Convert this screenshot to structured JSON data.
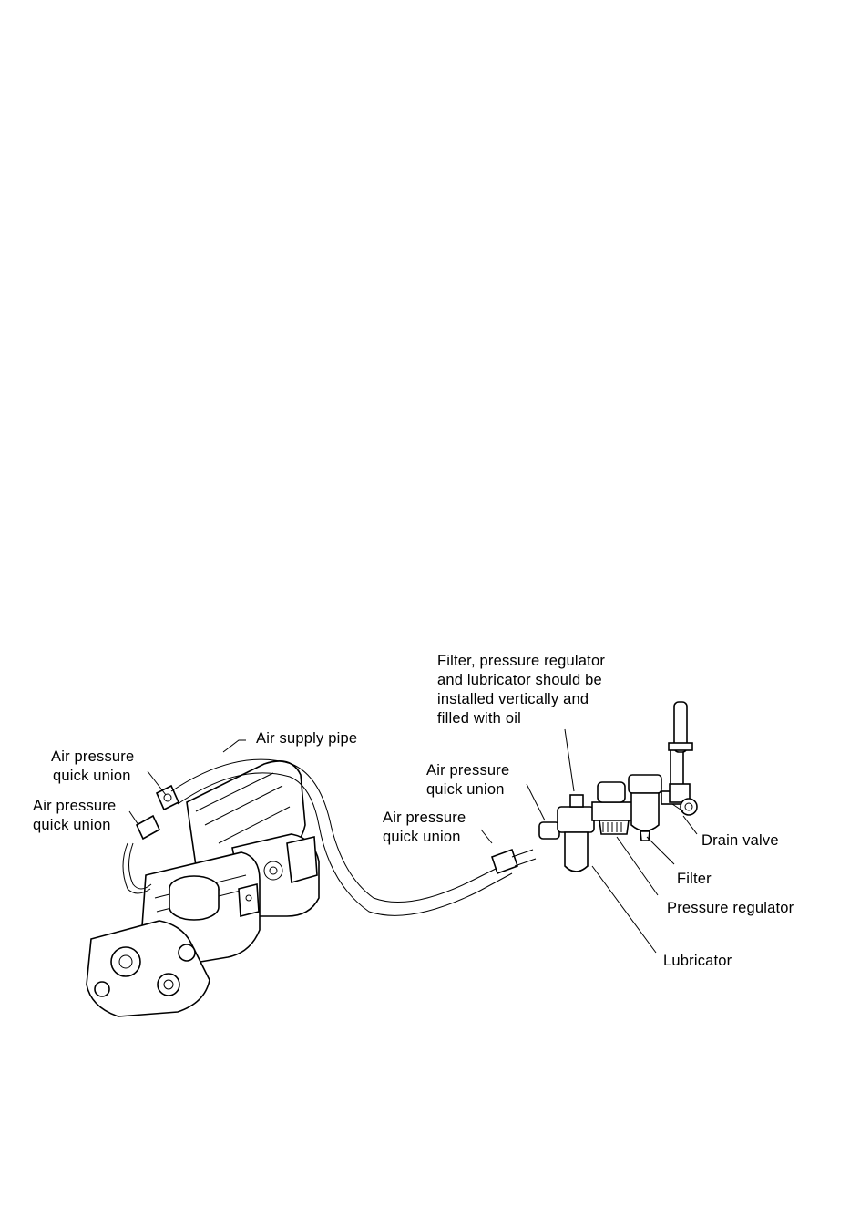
{
  "labels": {
    "union_1": [
      "Air pressure",
      "quick union"
    ],
    "union_2": [
      "Air pressure",
      "quick union"
    ],
    "air_supply_pipe": "Air supply pipe",
    "union_3": [
      "Air pressure",
      "quick union"
    ],
    "union_4": [
      "Air pressure",
      "quick union"
    ],
    "frl_note": [
      "Filter, pressure regulator",
      "and lubricator should be",
      "installed vertically and",
      "filled with oil"
    ],
    "drain_valve": "Drain valve",
    "filter": "Filter",
    "pressure_regulator": "Pressure regulator",
    "lubricator": "Lubricator"
  },
  "colors": {
    "line": "#000000",
    "background": "#ffffff"
  }
}
